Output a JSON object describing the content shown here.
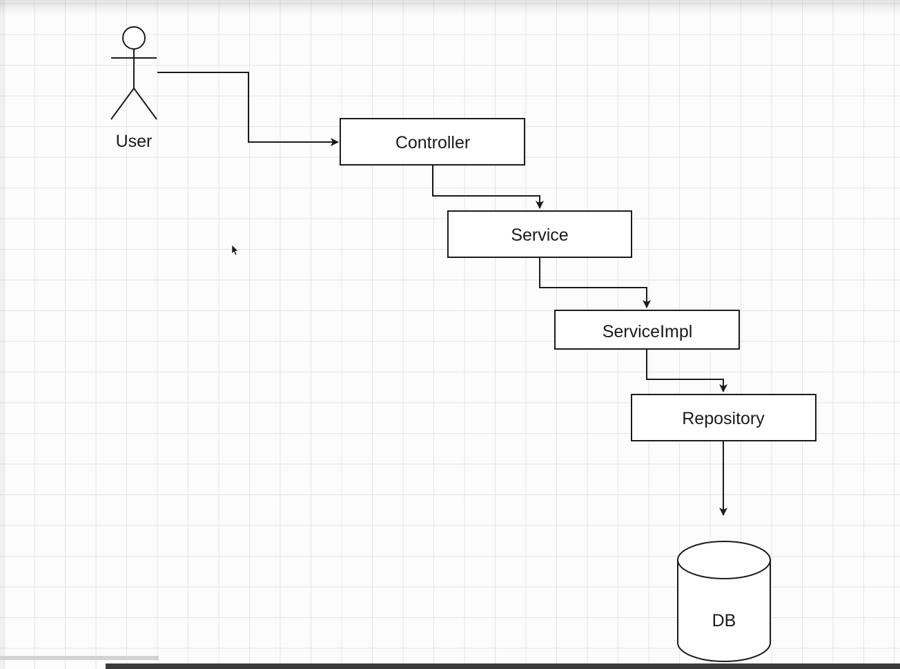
{
  "diagram": {
    "actor": {
      "label": "User"
    },
    "nodes": [
      {
        "id": "controller",
        "label": "Controller"
      },
      {
        "id": "service",
        "label": "Service"
      },
      {
        "id": "serviceimpl",
        "label": "ServiceImpl"
      },
      {
        "id": "repository",
        "label": "Repository"
      }
    ],
    "database": {
      "label": "DB"
    },
    "edges": [
      {
        "from": "User",
        "to": "Controller"
      },
      {
        "from": "Controller",
        "to": "Service"
      },
      {
        "from": "Service",
        "to": "ServiceImpl"
      },
      {
        "from": "ServiceImpl",
        "to": "Repository"
      },
      {
        "from": "Repository",
        "to": "DB"
      }
    ]
  },
  "colors": {
    "grid": "#e4e4e4",
    "stroke": "#1a1a1a",
    "background": "#fcfcfc"
  }
}
